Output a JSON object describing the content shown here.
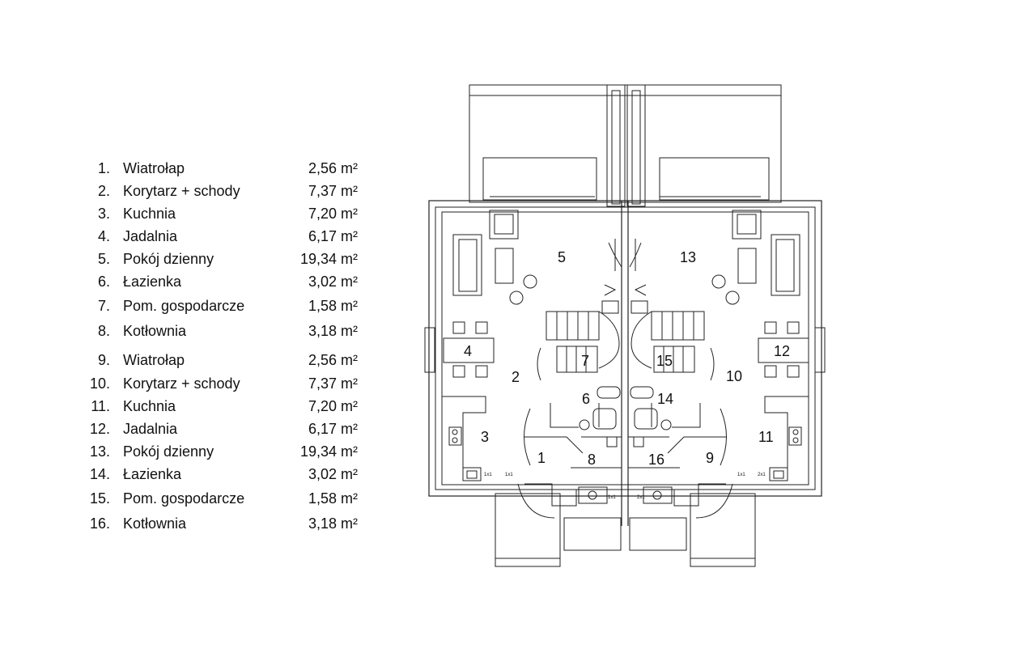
{
  "legend": [
    {
      "num": "1.",
      "name": "Wiatrołap",
      "area": "2,56 m²"
    },
    {
      "num": "2.",
      "name": "Korytarz + schody",
      "area": "7,37 m²"
    },
    {
      "num": "3.",
      "name": "Kuchnia",
      "area": "7,20 m²"
    },
    {
      "num": "4.",
      "name": "Jadalnia",
      "area": "6,17 m²"
    },
    {
      "num": "5.",
      "name": "Pokój dzienny",
      "area": "19,34 m²"
    },
    {
      "num": "6.",
      "name": "Łazienka",
      "area": "3,02 m²"
    },
    {
      "num": "7.",
      "name": "Pom. gospodarcze",
      "area": "1,58 m²"
    },
    {
      "num": "8.",
      "name": "Kotłownia",
      "area": "3,18 m²"
    },
    {
      "num": "9.",
      "name": "Wiatrołap",
      "area": "2,56 m²"
    },
    {
      "num": "10.",
      "name": "Korytarz + schody",
      "area": "7,37 m²"
    },
    {
      "num": "11.",
      "name": "Kuchnia",
      "area": "7,20 m²"
    },
    {
      "num": "12.",
      "name": "Jadalnia",
      "area": "6,17 m²"
    },
    {
      "num": "13.",
      "name": "Pokój dzienny",
      "area": "19,34 m²"
    },
    {
      "num": "14.",
      "name": "Łazienka",
      "area": "3,02 m²"
    },
    {
      "num": "15.",
      "name": "Pom. gospodarcze",
      "area": "1,58 m²"
    },
    {
      "num": "16.",
      "name": "Kotłownia",
      "area": "3,18 m²"
    }
  ],
  "plan": {
    "room_labels": {
      "r1": "1",
      "r2": "2",
      "r3": "3",
      "r4": "4",
      "r5": "5",
      "r6": "6",
      "r7": "7",
      "r8": "8",
      "r9": "9",
      "r10": "10",
      "r11": "11",
      "r12": "12",
      "r13": "13",
      "r14": "14",
      "r15": "15",
      "r16": "16"
    },
    "appliance_labels": {
      "a1": "1x1",
      "a2": "1x1",
      "a3": "1x1",
      "a4": "1x1",
      "a5": "2x1",
      "a6": "2x1"
    }
  }
}
